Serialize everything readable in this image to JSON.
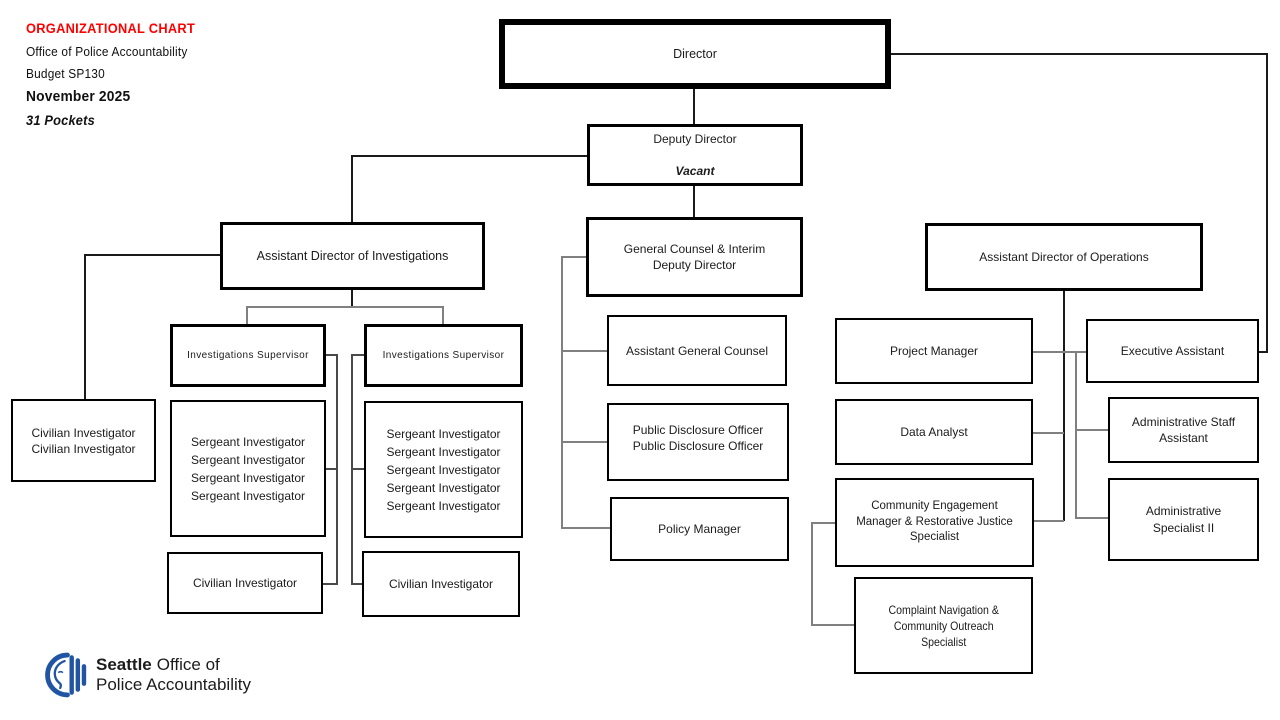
{
  "header": {
    "title": "ORGANIZATIONAL CHART",
    "org": "Office of Police Accountability",
    "budget": "Budget SP130",
    "date": "November 2025",
    "pockets": "31 Pockets",
    "title_color": "#FF0000"
  },
  "nodes": {
    "director": {
      "label": "Director"
    },
    "deputy_director": {
      "title": "Deputy Director",
      "status": "Vacant"
    },
    "assistant_director_investigations": {
      "label": "Assistant Director of Investigations"
    },
    "general_counsel": {
      "label": "General Counsel & Interim\nDeputy Director"
    },
    "assistant_director_operations": {
      "label": "Assistant Director of Operations"
    },
    "civilian_investigators_pool": {
      "label": "Civilian Investigator\nCivilian Investigator"
    },
    "investigations_supervisor_1": {
      "label": "Investigations Supervisor"
    },
    "investigations_supervisor_2": {
      "label": "Investigations Supervisor"
    },
    "sergeant_investigators_1": {
      "label": "Sergeant Investigator\nSergeant Investigator\nSergeant Investigator\nSergeant Investigator"
    },
    "sergeant_investigators_2": {
      "label": "Sergeant Investigator\nSergeant Investigator\nSergeant Investigator\nSergeant Investigator\nSergeant Investigator"
    },
    "civilian_investigator_1": {
      "label": "Civilian Investigator"
    },
    "civilian_investigator_2": {
      "label": "Civilian Investigator"
    },
    "assistant_general_counsel": {
      "label": "Assistant General Counsel"
    },
    "public_disclosure_officers": {
      "label": "Public Disclosure Officer\nPublic Disclosure Officer"
    },
    "policy_manager": {
      "label": "Policy Manager"
    },
    "project_manager": {
      "label": "Project Manager"
    },
    "executive_assistant": {
      "label": "Executive Assistant"
    },
    "data_analyst": {
      "label": "Data Analyst"
    },
    "administrative_staff_assistant": {
      "label": "Administrative Staff\nAssistant"
    },
    "community_engagement_manager": {
      "label": "Community Engagement\nManager & Restorative Justice\nSpecialist"
    },
    "administrative_specialist_ii": {
      "label": "Administrative\nSpecialist II"
    },
    "complaint_navigation_specialist": {
      "label": "Complaint Navigation &\nCommunity Outreach\nSpecialist"
    }
  },
  "logo": {
    "brand_bold": "Seattle",
    "brand_rest": "Office of",
    "line2": "Police Accountability",
    "blue": "#2155A3"
  },
  "colors": {
    "box_border": "#000000",
    "connector_dark": "#1A1A1A",
    "connector_gray": "#808080"
  }
}
